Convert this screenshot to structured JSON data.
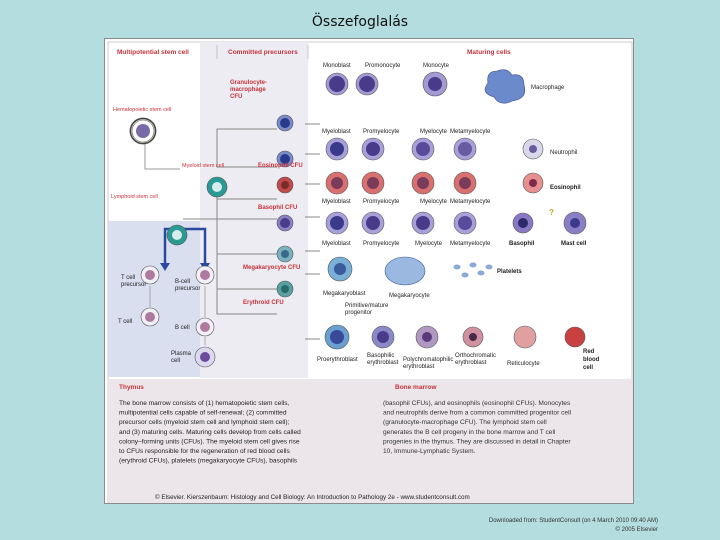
{
  "title": "Összefoglalás",
  "headers": {
    "multipotent": "Multipotential stem cell",
    "committed": "Committed precursors",
    "maturing": "Maturing cells",
    "thymus": "Thymus",
    "bone_marrow": "Bone marrow"
  },
  "stem_cells": {
    "hematopoietic": "Hematopoietic stem cell",
    "myeloid": "Myeloid stem cell",
    "lymphoid": "Lymphoid stem cell"
  },
  "precursors": {
    "gm_cfu": [
      "Granulocyte-",
      "macrophage",
      "CFU"
    ],
    "eosinophil_cfu": "Eosinophil CFU",
    "basophil_cfu": "Basophil CFU",
    "megakaryocyte_cfu": "Megakaryocyte CFU",
    "erythroid_cfu": "Erythroid CFU"
  },
  "lymphoid": {
    "t_cell_precursor": [
      "T cell",
      "precursor"
    ],
    "b_cell_precursor": [
      "B-cell",
      "precursor"
    ],
    "t_cell": "T cell",
    "b_cell": "B cell",
    "plasma_cell": [
      "Plasma",
      "cell"
    ]
  },
  "row_labels": {
    "mono_row": [
      "Monoblast",
      "Promonocyte",
      "Monocyte",
      "Macrophage"
    ],
    "neutro_row": [
      "Myeloblast",
      "Promyelocyte",
      "Myelocyte",
      "Metamyelocyte",
      "Neutrophil"
    ],
    "eosin_row": [
      "Eosinophil"
    ],
    "eosin_under": [
      "Myeloblast",
      "Promyelocyte",
      "Myelocyte",
      "Metamyelocyte"
    ],
    "baso_under": [
      "Myeloblast",
      "Promyelocyte",
      "Myelocyte",
      "Metamyelocyte",
      "Basophil",
      "Mast cell"
    ],
    "question": "?",
    "platelets": "Platelets",
    "mega_labels": [
      "Megakaryoblast",
      "Megakaryocyte"
    ],
    "primitive": [
      "Primitive/mature",
      "progenitor"
    ],
    "erythro_labels": {
      "proerythroblast": "Proerythroblast",
      "basophilic": [
        "Basophilic",
        "erythroblast"
      ],
      "polychromatophilic": [
        "Polychromatophilic",
        "erythroblast"
      ],
      "orthochromatic": [
        "Orthochromatic",
        "erythroblast"
      ],
      "reticulocyte": "Reticulocyte",
      "rbc": [
        "Red",
        "blood",
        "cell"
      ]
    }
  },
  "summary": {
    "left": [
      "The bone marrow consists of (1) hematopoietic stem cells,",
      "multipotential cells capable of self-renewal; (2) committed",
      "precursor cells (myeloid stem cell and lymphoid stem cell);",
      "and (3) maturing cells. Maturing cells develop from cells called",
      "colony–forming units (CFUs). The myeloid stem cell gives rise",
      "to CFUs responsible for the regeneration of red blood cells",
      "(erythroid CFUs), platelets (megakaryocyte CFUs), basophils"
    ],
    "right": [
      "(basophil CFUs), and eosinophils (eosinophil CFUs). Monocytes",
      "and neutrophils derive from a common committed progenitor cell",
      "(granulocyte-macrophage CFU). The lymphoid stem cell",
      "generates the B cell progeny in the bone marrow and T cell",
      "progenies in the thymus. They are discussed in detail in Chapter",
      "10, Immune-Lymphatic System."
    ]
  },
  "copyright": "© Elsevier. Kierszenbaum: Histology and Cell Biology: An Introduction to Pathology 2e - www.studentconsult.com",
  "footer": [
    "Downloaded from: StudentConsult (on 4 March 2010 09:40 AM)",
    "© 2005 Elsevier"
  ],
  "colors": {
    "header_red": "#c8323a",
    "cell_purple": "#8a7ec4",
    "nucleus_blue": "#3a4a9a",
    "teal": "#2a9a94",
    "erythro_red": "#c04a4a",
    "thymus_panel": "#dadff0",
    "marrow_panel": "#ece6ea"
  }
}
